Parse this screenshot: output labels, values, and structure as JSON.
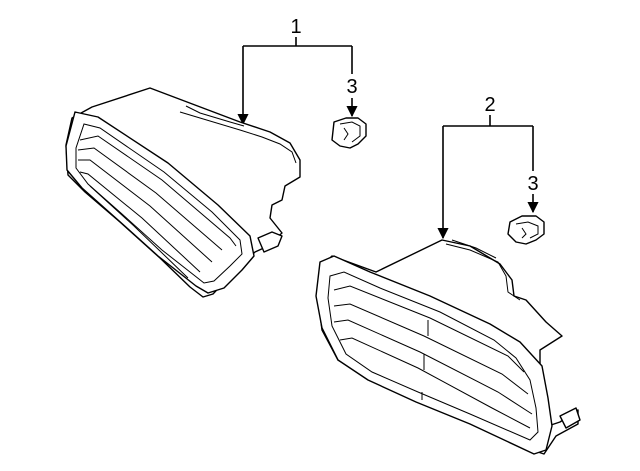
{
  "callouts": {
    "upper_part_number": "1",
    "lower_part_number": "2",
    "upper_clip_number": "3",
    "lower_clip_number": "3"
  }
}
